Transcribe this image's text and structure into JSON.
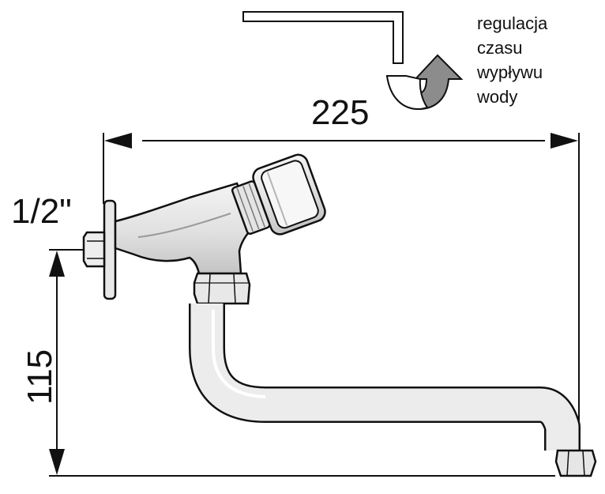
{
  "annotations": {
    "width_dimension": "225",
    "height_dimension": "115",
    "thread_size": "1/2\"",
    "timing_note": [
      "regulacja",
      "czasu",
      "wypływu",
      "wody"
    ]
  },
  "colors": {
    "ink": "#111111",
    "metal": "#e3e3e3",
    "metal_dark": "#a9a9a9",
    "arrow_fill": "#8c8c8c"
  },
  "icons": {
    "key": "hex-key-icon",
    "rotation": "rotate-arrow-icon"
  }
}
